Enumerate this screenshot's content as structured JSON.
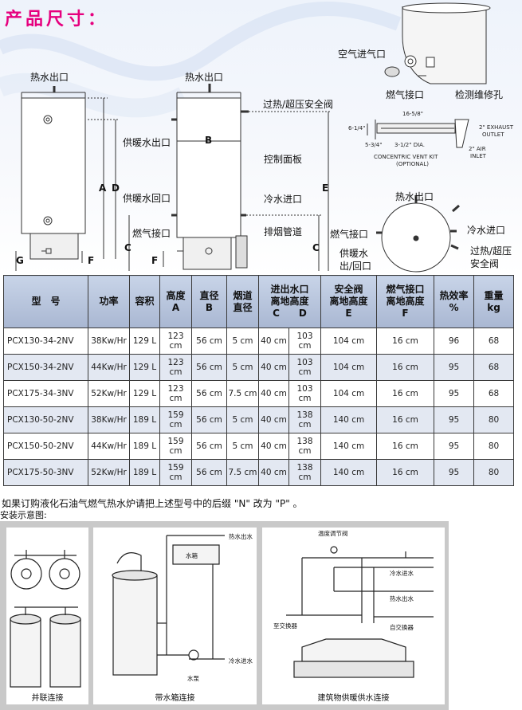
{
  "heading": "产品尺寸：",
  "diagram": {
    "left_unit": {
      "hot_water_out": "热水出口",
      "label_A": "A",
      "label_D": "D",
      "label_G": "G",
      "label_F": "F"
    },
    "right_unit": {
      "hot_water_out": "热水出口",
      "overheat_valve": "过热/超压安全阀",
      "heating_water_out": "供暖水出口",
      "label_B": "B",
      "control_panel": "控制面板",
      "heating_water_return": "供暖水回口",
      "cold_water_in": "冷水进口",
      "label_E": "E",
      "gas_inlet": "燃气接口",
      "label_C_left": "C",
      "label_F": "F",
      "label_C_right": "C",
      "exhaust_pipe": "排烟管道"
    },
    "vent_detail": {
      "air_inlet_port": "空气进气口",
      "gas_port": "燃气接口",
      "inspection_hole": "检测维修孔"
    },
    "vent_kit": {
      "dim_top": "16-5/8\"",
      "dim_left": "6-1/4\"",
      "dim_bottom_left": "5-3/4\"",
      "dim_dia": "3-1/2\" DIA.",
      "exhaust": "2\" EXHAUST",
      "outlet": "OUTLET",
      "air": "2\" AIR",
      "inlet": "INLET",
      "title": "CONCENTRIC VENT KIT",
      "optional": "(OPTIONAL)"
    },
    "top_view": {
      "hot_water_out": "热水出口",
      "gas_port": "燃气接口",
      "cold_water_in": "冷水进口",
      "heating_water_line1": "供暖水",
      "heating_water_line2": "出/回口",
      "valve_line1": "过热/超压",
      "valve_line2": "安全阀"
    }
  },
  "table": {
    "headers": [
      {
        "label": "型　号"
      },
      {
        "label": "功率"
      },
      {
        "label": "容积"
      },
      {
        "label": "高度\nA"
      },
      {
        "label": "直径\nB"
      },
      {
        "label": "烟道\n直径"
      },
      {
        "label": "进出水口\n离地高度\nC　　D"
      },
      {
        "label": "安全阀\n离地高度\nE"
      },
      {
        "label": "燃气接口\n离地高度\nF"
      },
      {
        "label": "热效率\n%"
      },
      {
        "label": "重量\nkg"
      }
    ],
    "rows": [
      [
        "PCX130-34-2NV",
        "38Kw/Hr",
        "129 L",
        "123 cm",
        "56 cm",
        "5 cm",
        "40 cm",
        "103 cm",
        "104 cm",
        "16 cm",
        "96",
        "68"
      ],
      [
        "PCX150-34-2NV",
        "44Kw/Hr",
        "129 L",
        "123 cm",
        "56 cm",
        "5 cm",
        "40 cm",
        "103 cm",
        "104 cm",
        "16 cm",
        "95",
        "68"
      ],
      [
        "PCX175-34-3NV",
        "52Kw/Hr",
        "129 L",
        "123 cm",
        "56 cm",
        "7.5 cm",
        "40 cm",
        "103 cm",
        "104 cm",
        "16 cm",
        "95",
        "68"
      ],
      [
        "PCX130-50-2NV",
        "38Kw/Hr",
        "189 L",
        "159 cm",
        "56 cm",
        "5 cm",
        "40 cm",
        "138 cm",
        "140 cm",
        "16 cm",
        "95",
        "80"
      ],
      [
        "PCX150-50-2NV",
        "44Kw/Hr",
        "189 L",
        "159 cm",
        "56 cm",
        "5 cm",
        "40 cm",
        "138 cm",
        "140 cm",
        "16 cm",
        "95",
        "80"
      ],
      [
        "PCX175-50-3NV",
        "52Kw/Hr",
        "189 L",
        "159 cm",
        "56 cm",
        "7.5 cm",
        "40 cm",
        "138 cm",
        "140 cm",
        "16 cm",
        "95",
        "80"
      ]
    ]
  },
  "notes": {
    "lpg_note": "如果订购液化石油气燃气热水炉请把上述型号中的后缀 \"N\" 改为 \"P\" 。",
    "install_title": "安装示意图:"
  },
  "install": {
    "panel1_caption": "并联连接",
    "panel2_caption": "带水箱连接",
    "panel2_labels": {
      "hot_water_out": "热水出水",
      "water_tank": "水箱",
      "cold_water_in": "冷水进水",
      "pump": "水泵"
    },
    "panel3_caption": "建筑物供暖供水连接",
    "panel3_labels": {
      "temp_valve": "温度调节阀",
      "cold_water_in": "冷水进水",
      "hot_water_out": "热水出水",
      "exchanger_left": "至交换器",
      "exchanger_right": "自交换器"
    }
  },
  "colors": {
    "heading": "#e6007e",
    "table_header": "#b5c2da",
    "table_row_alt": "#e3e8f2",
    "install_bg": "#c9c9c9"
  }
}
